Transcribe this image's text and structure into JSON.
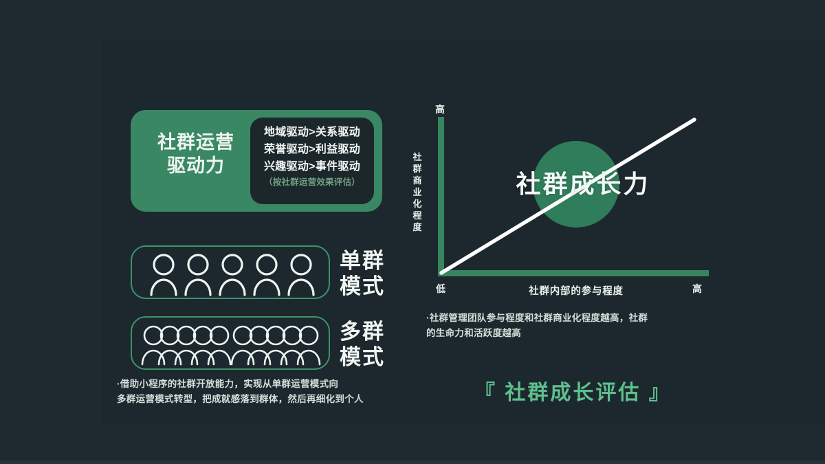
{
  "slide": {
    "background_color": "#1e2a30",
    "plate_color": "#1c282d",
    "accent_green": "#3a8764",
    "line_green": "#36855f",
    "bubble_green": "#2f7d5b",
    "footer_green": "#5ec08e"
  },
  "driver_panel": {
    "title": "社群运营\n驱动力",
    "rules": [
      "地域驱动>关系驱动",
      "荣誉驱动>利益驱动",
      "兴趣驱动>事件驱动"
    ],
    "note": "（按社群运营效果评估）"
  },
  "group_modes": [
    {
      "label": "单群\n模式",
      "icon": "person-icon",
      "person_count": 5,
      "clusters": 1
    },
    {
      "label": "多群\n模式",
      "icon": "person-group-icon",
      "person_count": 10,
      "clusters": 2
    }
  ],
  "left_note": "·借助小程序的社群开放能力，实现从单群运营模式向\n多群运营模式转型，把成就感落到群体，然后再细化到个人",
  "right_note": "·社群管理团队参与程度和社群商业化程度越高，社群\n的生命力和活跃度越高",
  "footer_title": "『 社群成长评估 』",
  "chart_data": {
    "type": "line",
    "title": "社群成长力",
    "xlabel": "社群内部的参与程度",
    "ylabel": "社群商业化程度",
    "x_ticks": [
      "低",
      "高"
    ],
    "y_ticks": [
      "高"
    ],
    "y_tick_top": "高",
    "grid": false,
    "legend": "none",
    "series": [
      {
        "name": "社群成长力",
        "x": [
          0,
          100
        ],
        "values": [
          0,
          100
        ],
        "style": "white-diagonal-line"
      }
    ],
    "annotations": [
      {
        "label": "社群成长力",
        "shape": "circle",
        "x": 60,
        "y": 55,
        "color": "#2f7d5b"
      }
    ],
    "xlim": [
      0,
      100
    ],
    "ylim": [
      0,
      100
    ]
  }
}
